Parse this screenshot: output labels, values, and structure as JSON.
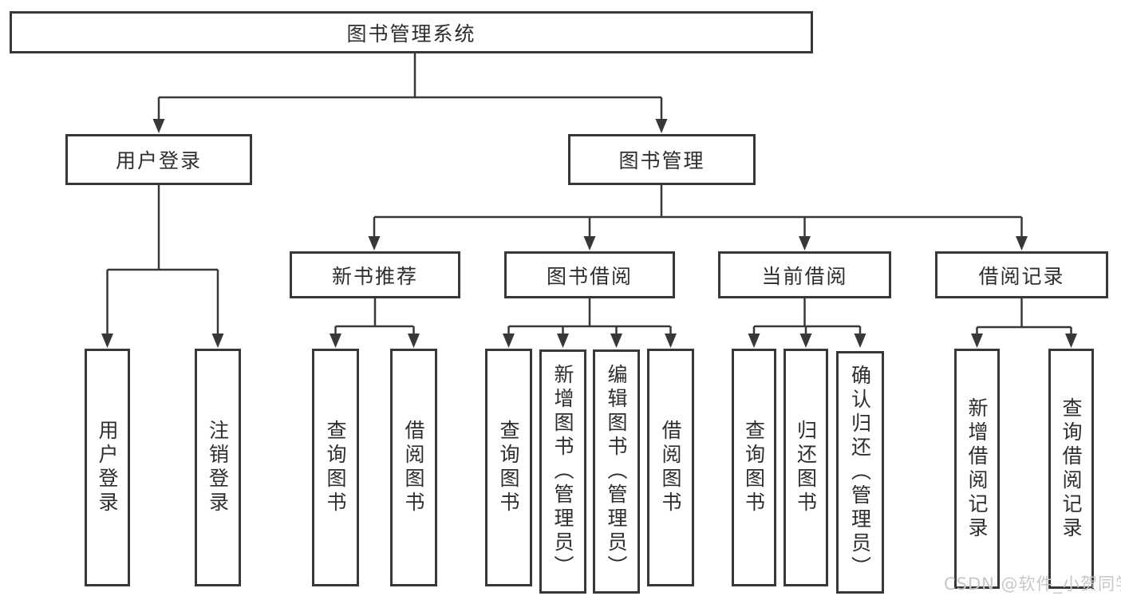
{
  "diagram": {
    "tree": {
      "label": "图书管理系统",
      "children": [
        {
          "label": "用户登录",
          "children": [
            {
              "label": "用户登录"
            },
            {
              "label": "注销登录"
            }
          ]
        },
        {
          "label": "图书管理",
          "children": [
            {
              "label": "新书推荐",
              "children": [
                {
                  "label": "查询图书"
                },
                {
                  "label": "借阅图书"
                }
              ]
            },
            {
              "label": "图书借阅",
              "children": [
                {
                  "label": "查询图书"
                },
                {
                  "label": "新增图书（管理员）"
                },
                {
                  "label": "编辑图书（管理员）"
                },
                {
                  "label": "借阅图书"
                }
              ]
            },
            {
              "label": "当前借阅",
              "children": [
                {
                  "label": "查询图书"
                },
                {
                  "label": "归还图书"
                },
                {
                  "label": "确认归还（管理员）"
                }
              ]
            },
            {
              "label": "借阅记录",
              "children": [
                {
                  "label": "新增借阅记录"
                },
                {
                  "label": "查询借阅记录"
                }
              ]
            }
          ]
        }
      ]
    },
    "colors": {
      "border": "#383838",
      "line": "#383838",
      "text": "#2e2e2e",
      "background": "#ffffff",
      "watermark": "#c7c7cb"
    }
  },
  "watermark": {
    "text": "CSDN @软件_小贺同学"
  }
}
